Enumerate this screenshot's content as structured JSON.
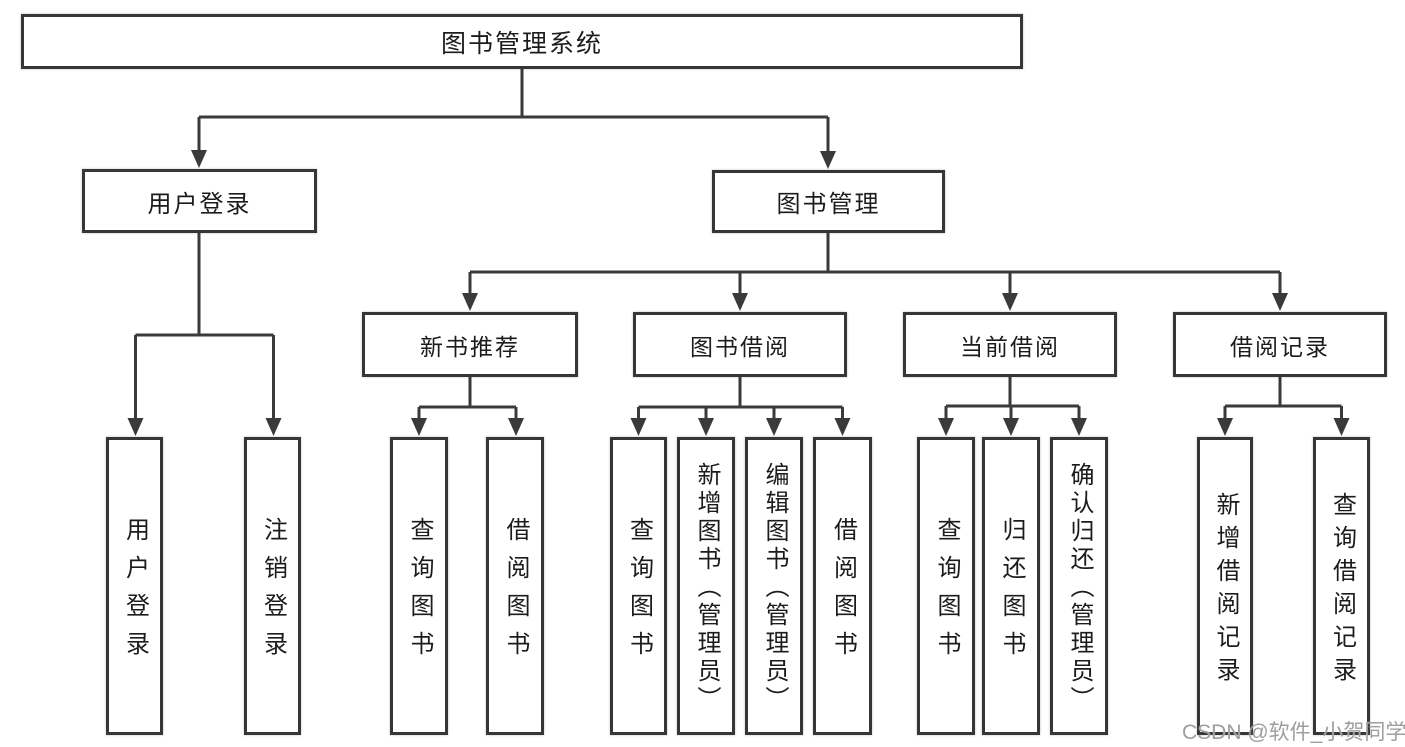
{
  "diagram": {
    "root": {
      "label": "图书管理系统"
    },
    "level2": [
      "用户登录",
      "图书管理"
    ],
    "level3": [
      "新书推荐",
      "图书借阅",
      "当前借阅",
      "借阅记录"
    ],
    "leaves": {
      "user_login": [
        "用户登录",
        "注销登录"
      ],
      "new_book_recommend": [
        "查询图书",
        "借阅图书"
      ],
      "book_borrow": [
        "查询图书",
        "新增图书（管理员）",
        "编辑图书（管理员）",
        "借阅图书"
      ],
      "current_borrow": [
        "查询图书",
        "归还图书",
        "确认归还（管理员）"
      ],
      "borrow_record": [
        "新增借阅记录",
        "查询借阅记录"
      ]
    }
  },
  "watermark": {
    "text": "CSDN @软件_小贺同学"
  },
  "colors": {
    "line": "#3a3a3a",
    "border": "#363636",
    "text": "#1c1c1c",
    "watermark": "#9e9e9e",
    "background": "#ffffff"
  }
}
